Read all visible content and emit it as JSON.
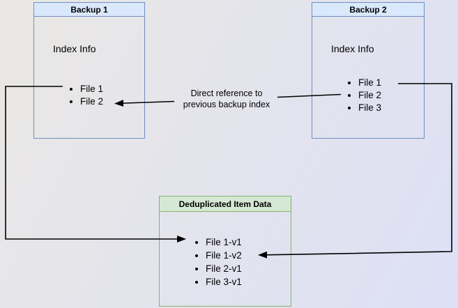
{
  "diagram": {
    "backup1": {
      "title": "Backup 1",
      "section_label": "Index Info",
      "files": [
        "File 1",
        "File 2"
      ]
    },
    "backup2": {
      "title": "Backup 2",
      "section_label": "Index Info",
      "files": [
        "File 1",
        "File 2",
        "File 3"
      ]
    },
    "dedup": {
      "title": "Deduplicated Item Data",
      "items": [
        "File 1-v1",
        "File 1-v2",
        "File 2-v1",
        "File 3-v1"
      ]
    },
    "annotation": {
      "line1": "Direct reference to",
      "line2": "previous backup index"
    },
    "colors": {
      "blue_fill": "#dae8fc",
      "blue_border": "#6c8ebf",
      "green_fill": "#d5e8d4",
      "green_border": "#82b366",
      "connector": "#000000",
      "background_start": "#eae8e4",
      "background_end": "#dde0f6"
    }
  }
}
